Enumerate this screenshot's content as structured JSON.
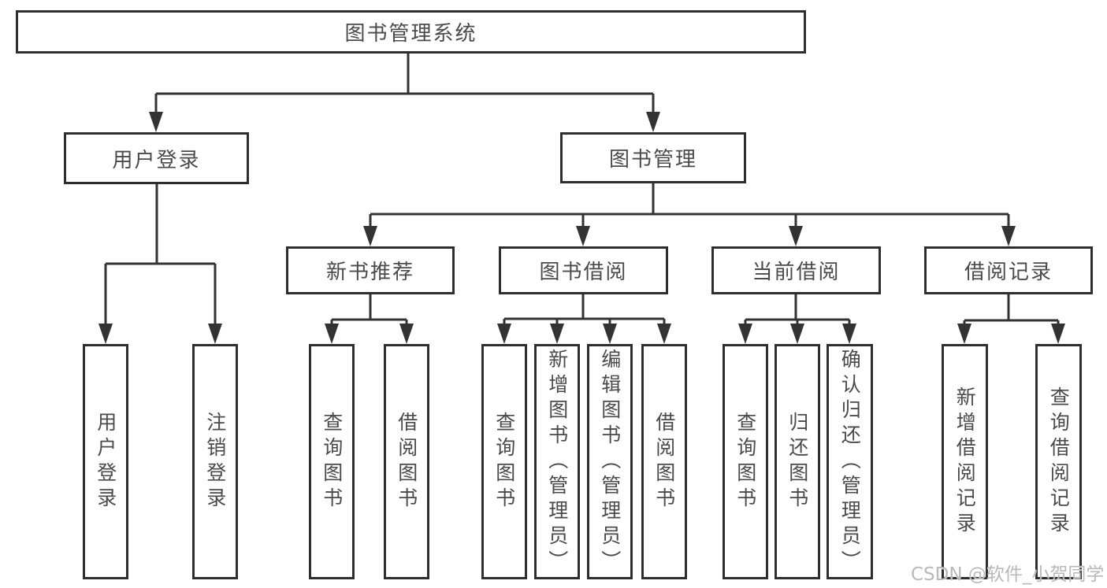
{
  "diagram": {
    "root": {
      "label": "图书管理系统"
    },
    "branches": [
      {
        "label": "用户登录",
        "children": [
          {
            "label": "用户登录"
          },
          {
            "label": "注销登录"
          }
        ]
      },
      {
        "label": "图书管理",
        "children": [
          {
            "label": "新书推荐",
            "children": [
              {
                "label": "查询图书"
              },
              {
                "label": "借阅图书"
              }
            ]
          },
          {
            "label": "图书借阅",
            "children": [
              {
                "label": "查询图书"
              },
              {
                "label": "新增图书（管理员）"
              },
              {
                "label": "编辑图书（管理员）"
              },
              {
                "label": "借阅图书"
              }
            ]
          },
          {
            "label": "当前借阅",
            "children": [
              {
                "label": "查询图书"
              },
              {
                "label": "归还图书"
              },
              {
                "label": "确认归还（管理员）"
              }
            ]
          },
          {
            "label": "借阅记录",
            "children": [
              {
                "label": "新增借阅记录"
              },
              {
                "label": "查询借阅记录"
              }
            ]
          }
        ]
      }
    ]
  },
  "watermark": {
    "text": "CSDN @软件_小贺同学"
  },
  "colors": {
    "line": "#333333",
    "box_border": "#2e2e2e",
    "text": "#4a4a4a",
    "watermark": "#b9b9b9",
    "background": "#ffffff"
  }
}
